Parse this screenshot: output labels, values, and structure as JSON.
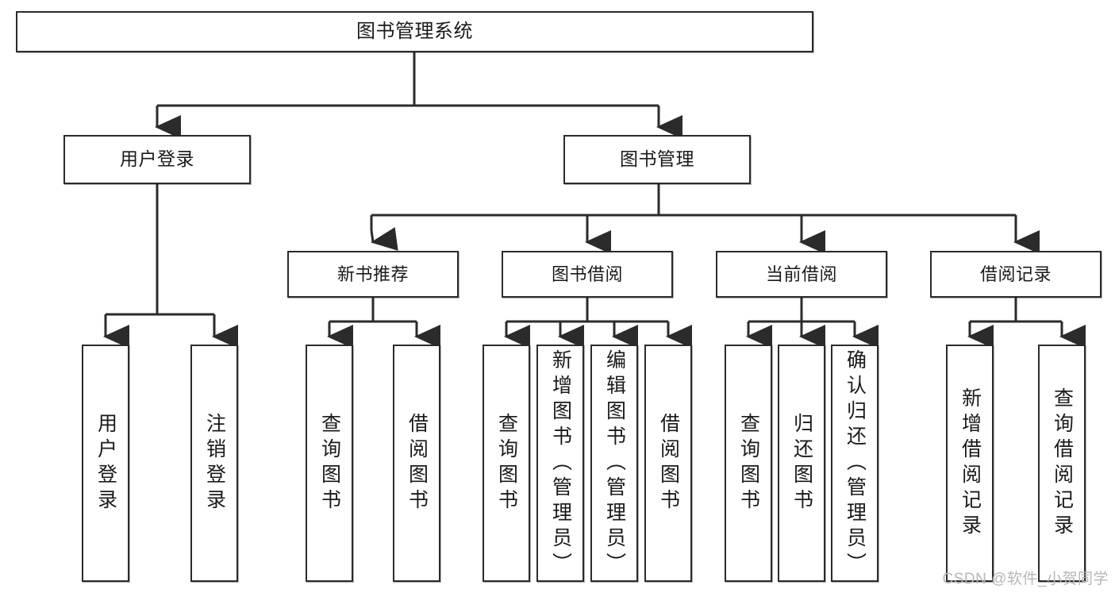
{
  "diagram": {
    "title": "图书管理系统",
    "type": "tree-hierarchy",
    "root": {
      "label": "图书管理系统"
    },
    "level2": [
      {
        "label": "用户登录"
      },
      {
        "label": "图书管理"
      }
    ],
    "level3": [
      {
        "label": "新书推荐"
      },
      {
        "label": "图书借阅"
      },
      {
        "label": "当前借阅"
      },
      {
        "label": "借阅记录"
      }
    ],
    "leaves": {
      "user_login": [
        {
          "label": "用户登录"
        },
        {
          "label": "注销登录"
        }
      ],
      "new_book_recommend": [
        {
          "label": "查询图书"
        },
        {
          "label": "借阅图书"
        }
      ],
      "book_borrow": [
        {
          "label": "查询图书"
        },
        {
          "label": "新增图书（管理员）"
        },
        {
          "label": "编辑图书（管理员）"
        },
        {
          "label": "借阅图书"
        }
      ],
      "current_borrow": [
        {
          "label": "查询图书"
        },
        {
          "label": "归还图书"
        },
        {
          "label": "确认归还（管理员）"
        }
      ],
      "borrow_record": [
        {
          "label": "新增借阅记录"
        },
        {
          "label": "查询借阅记录"
        }
      ]
    }
  },
  "watermark": {
    "text": "CSDN @软件_小贺同学"
  },
  "colors": {
    "box_border": "#2b2b2b",
    "box_fill": "#ffffff",
    "connector": "#2b2b2b",
    "text": "#1a1a1a",
    "watermark": "#b6b6b6",
    "background": "#ffffff"
  }
}
